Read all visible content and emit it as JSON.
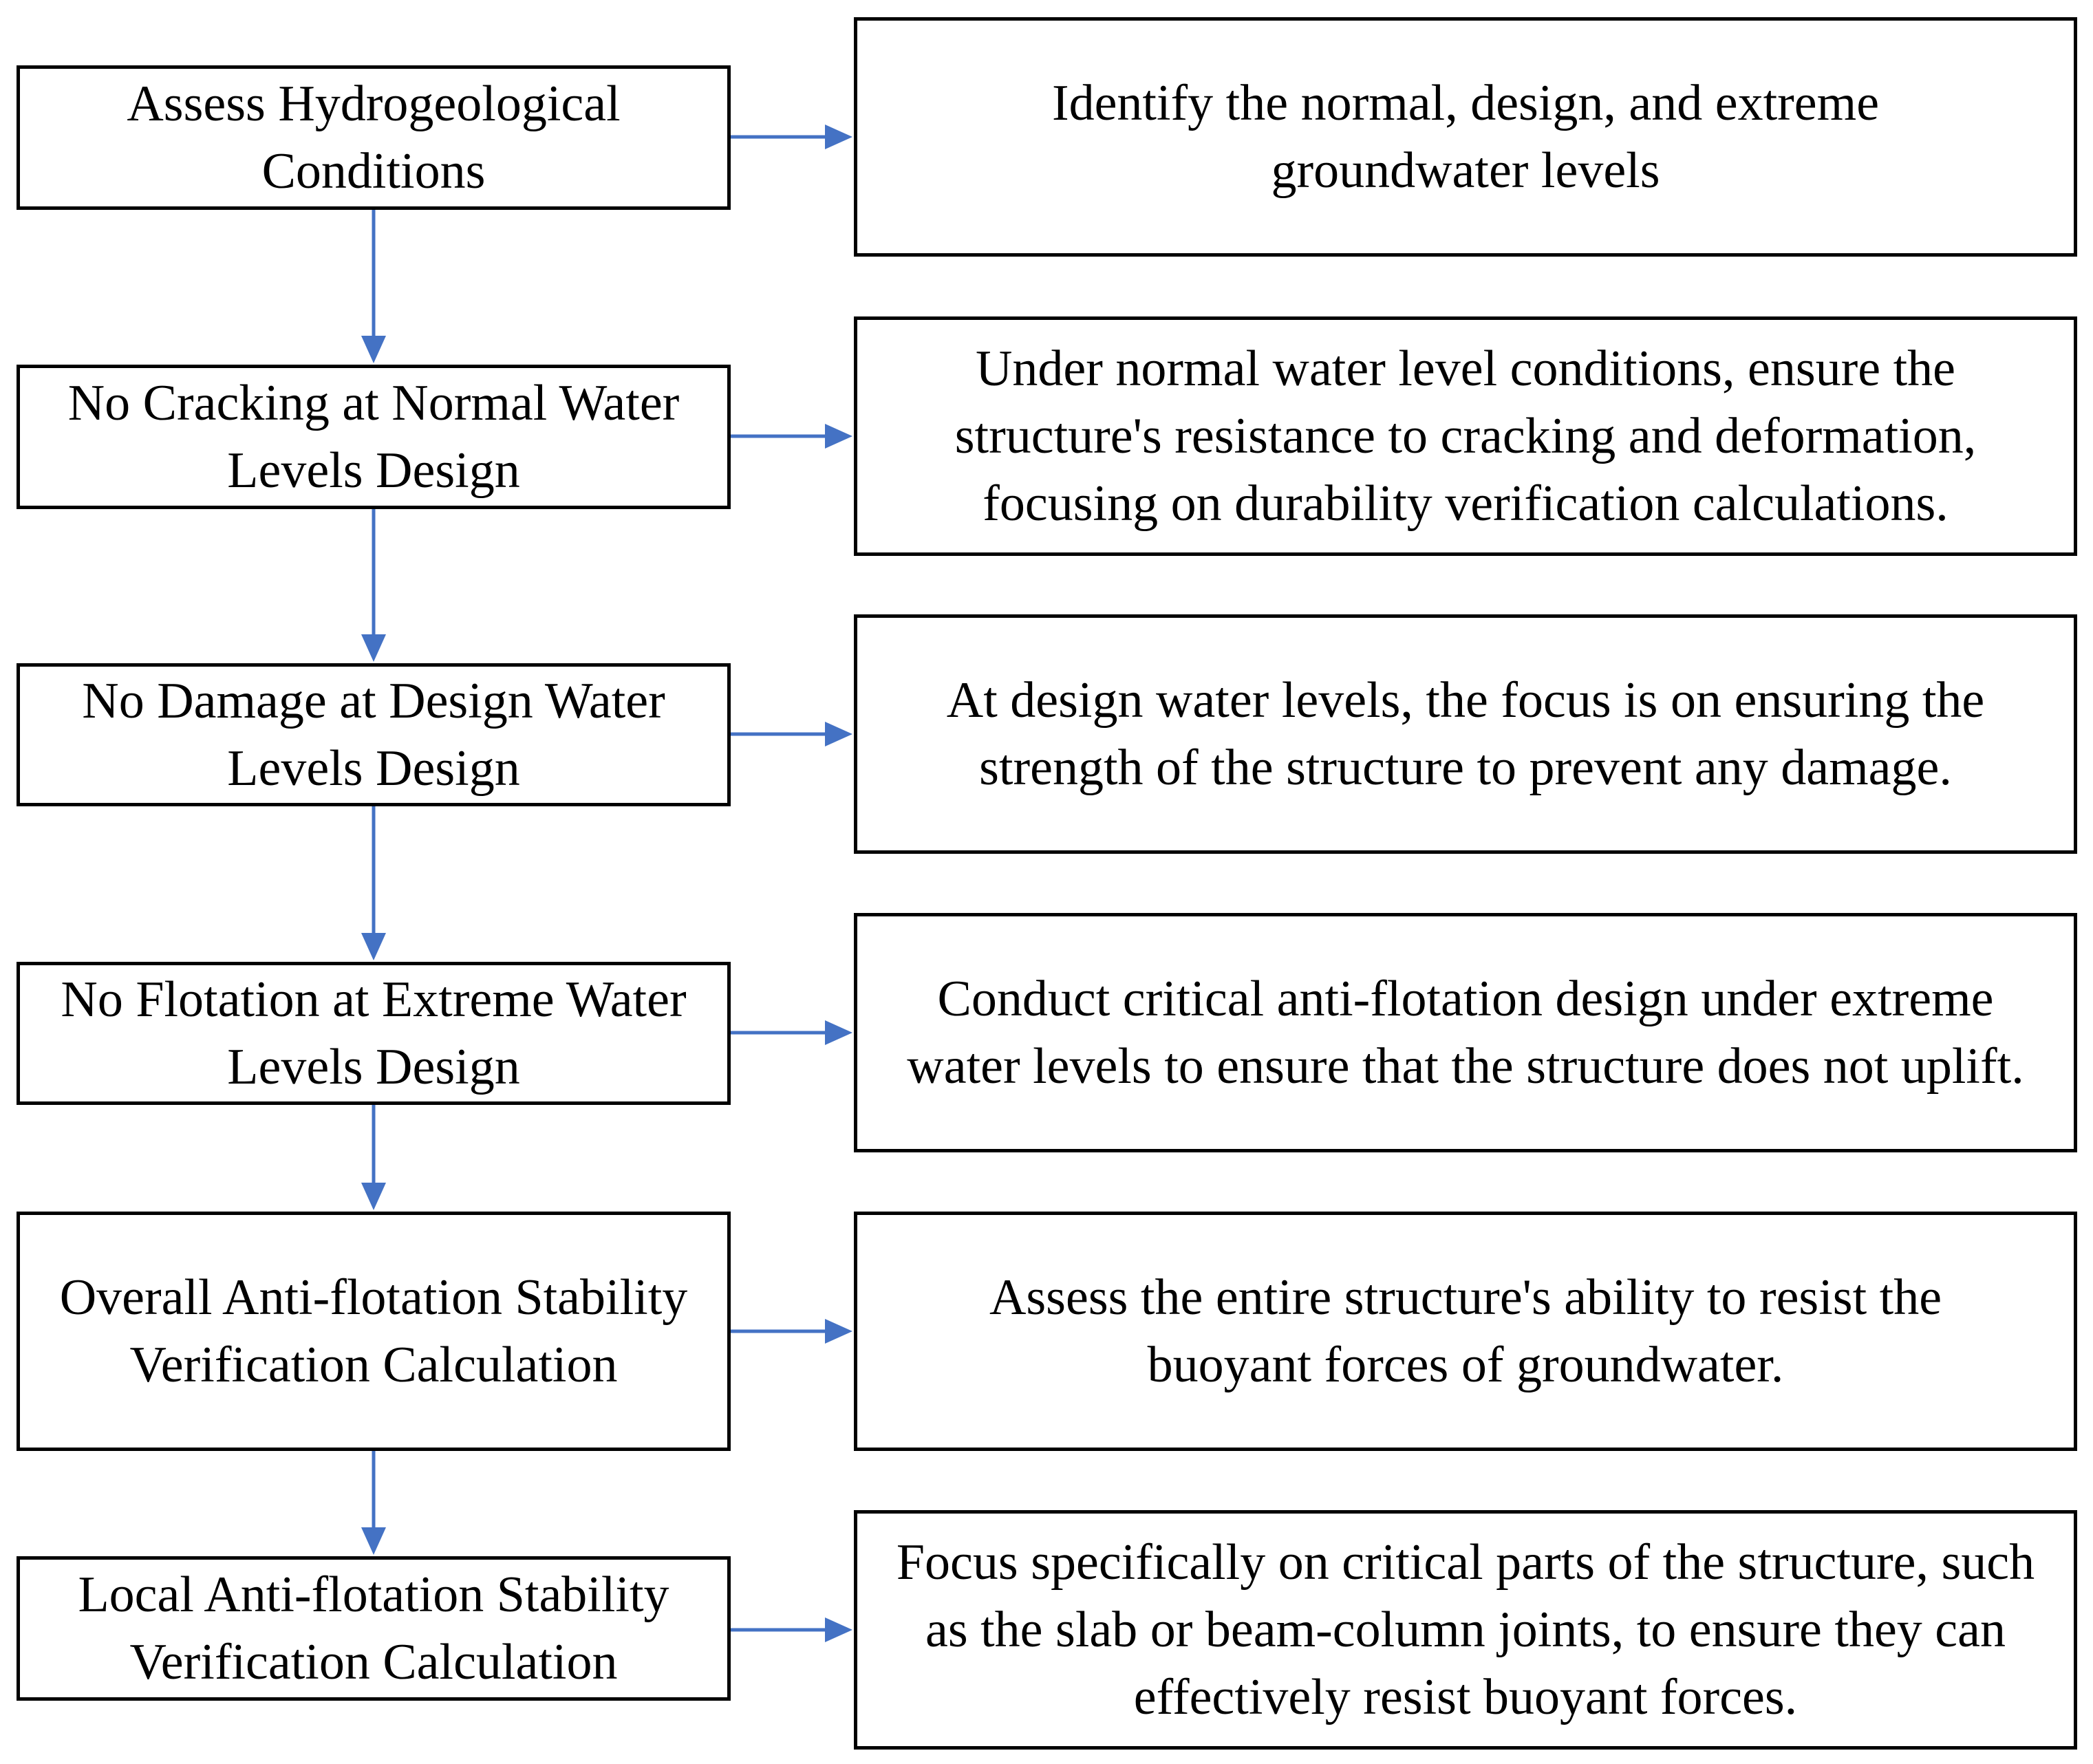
{
  "steps": [
    {
      "label": "Assess Hydrogeological Conditions",
      "description": "Identify the normal, design, and extreme groundwater levels"
    },
    {
      "label": "No Cracking at Normal Water Levels Design",
      "description": "Under normal water level conditions, ensure the structure's resistance to cracking and deformation, focusing on durability verification calculations."
    },
    {
      "label": "No Damage at Design Water Levels Design",
      "description": "At design water levels, the focus is on ensuring the strength of the structure to prevent any damage."
    },
    {
      "label": "No Flotation at Extreme Water Levels Design",
      "description": "Conduct critical anti-flotation design under extreme water levels to ensure that the structure does not uplift."
    },
    {
      "label": "Overall Anti-flotation Stability Verification Calculation",
      "description": "Assess the entire structure's ability to resist the buoyant forces of groundwater."
    },
    {
      "label": "Local Anti-flotation Stability Verification Calculation",
      "description": "Focus specifically on critical parts of the structure, such as the slab or beam-column joints, to ensure they can effectively resist buoyant forces."
    }
  ],
  "colors": {
    "arrow": "#4472C4",
    "box_border": "#000000",
    "text": "#000000"
  }
}
